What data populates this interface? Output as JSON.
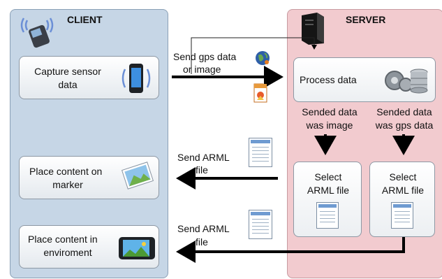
{
  "client": {
    "title": "CLIENT",
    "boxes": [
      {
        "line1": "Capture sensor",
        "line2": "data"
      },
      {
        "line1": "Place content on",
        "line2": "marker"
      },
      {
        "line1": "Place content in",
        "line2": "enviroment"
      }
    ]
  },
  "server": {
    "title": "SERVER",
    "process_label": "Process data",
    "branch_image": {
      "line1": "Sended data",
      "line2": "was image"
    },
    "branch_gps": {
      "line1": "Sended data",
      "line2": "was gps data"
    },
    "select_left": {
      "line1": "Select",
      "line2": "ARML file"
    },
    "select_right": {
      "line1": "Select",
      "line2": "ARML file"
    }
  },
  "arrows": {
    "send_gps": {
      "line1": "Send gps data",
      "line2": "or image"
    },
    "send_arml_1": {
      "line1": "Send ARML",
      "line2": "file"
    },
    "send_arml_2": {
      "line1": "Send ARML",
      "line2": "file"
    }
  },
  "icons": [
    "wireless-device-icon",
    "smartphone-icon",
    "server-tower-icon",
    "globe-icon",
    "image-file-icon",
    "database-gears-icon",
    "document-icon",
    "marker-photo-icon",
    "phone-landscape-icon"
  ]
}
